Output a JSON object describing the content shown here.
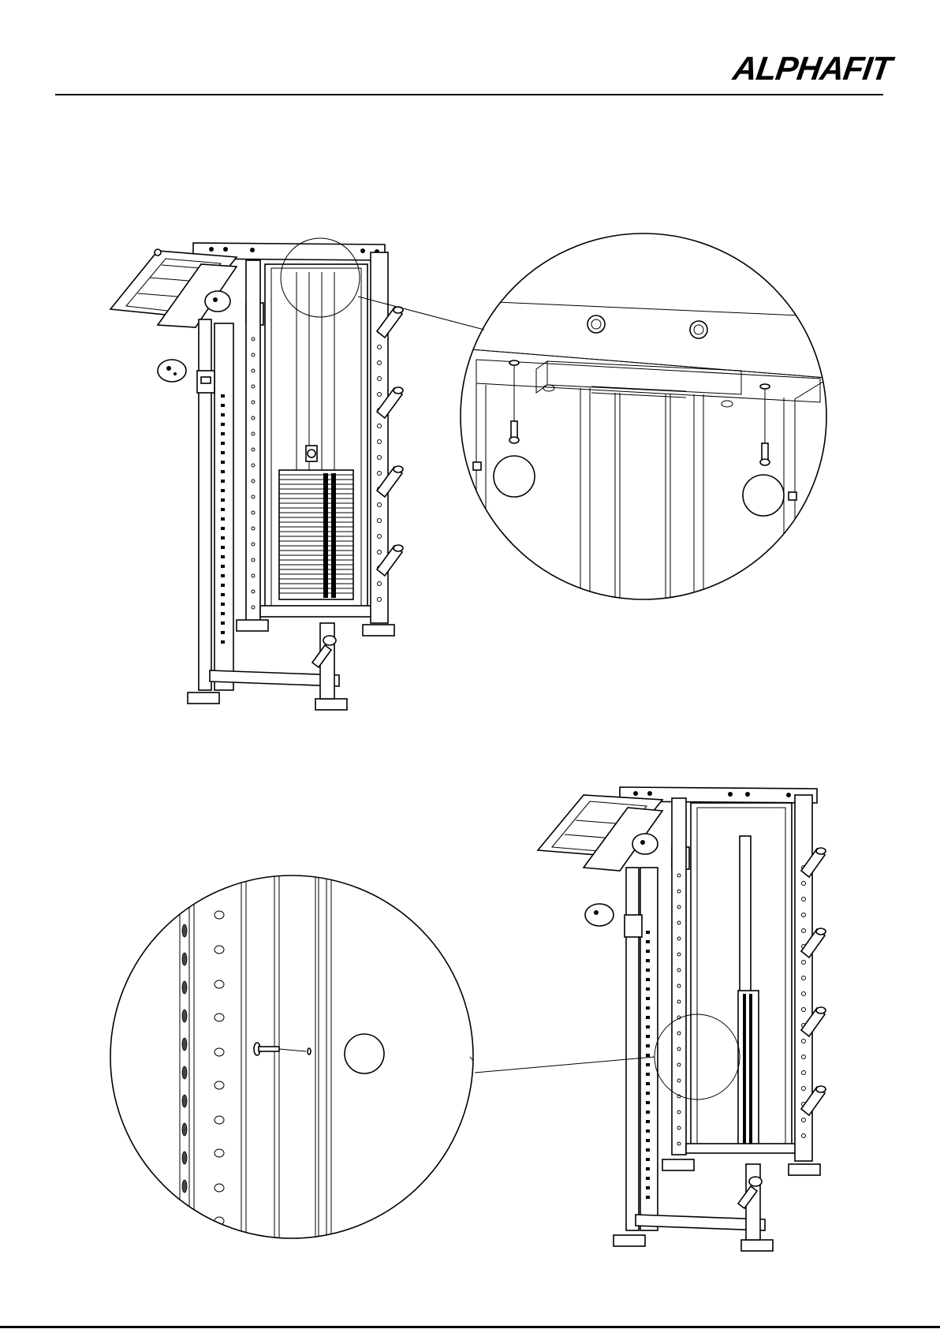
{
  "header": {
    "brand": "ALPHAFIT"
  },
  "figures": [
    {
      "id": "fig-top",
      "callout_circles": 2
    },
    {
      "id": "fig-bottom",
      "callout_circles": 1
    }
  ],
  "icons": [
    "rack-drawing",
    "detail-magnifier",
    "bolt-icon",
    "callout-circle"
  ]
}
